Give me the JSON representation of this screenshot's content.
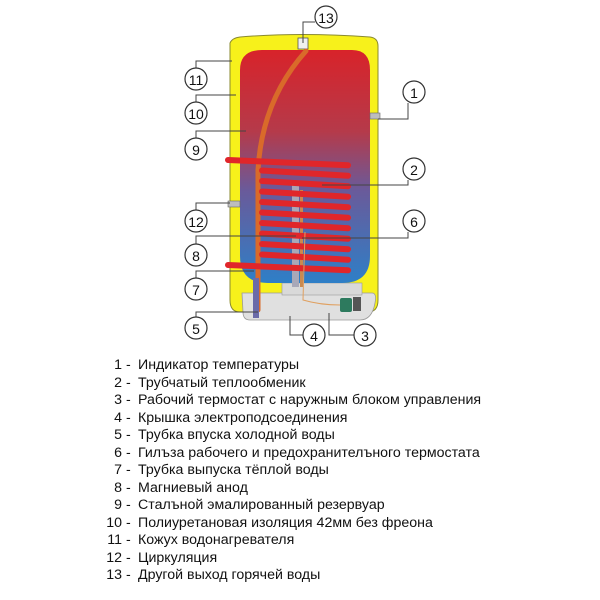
{
  "diagram": {
    "colors": {
      "casing": "#f7f11b",
      "casing_outline": "#8a8a30",
      "tank_top": "#d8232a",
      "tank_bottom": "#2e7fc7",
      "coil": "#e0262a",
      "pipe": "#d96a2a",
      "base": "#e0e0e0",
      "thermostat": "#2d7a5e"
    },
    "callouts": [
      {
        "id": "1",
        "label": "1"
      },
      {
        "id": "2",
        "label": "2"
      },
      {
        "id": "3",
        "label": "3"
      },
      {
        "id": "4",
        "label": "4"
      },
      {
        "id": "5",
        "label": "5"
      },
      {
        "id": "6",
        "label": "6"
      },
      {
        "id": "7",
        "label": "7"
      },
      {
        "id": "8",
        "label": "8"
      },
      {
        "id": "9",
        "label": "9"
      },
      {
        "id": "10",
        "label": "10"
      },
      {
        "id": "11",
        "label": "11"
      },
      {
        "id": "12",
        "label": "12"
      },
      {
        "id": "13",
        "label": "13"
      }
    ]
  },
  "legend": [
    {
      "num": "1",
      "text": "Индикатор температуры"
    },
    {
      "num": "2",
      "text": "Трубчатый теплообменик"
    },
    {
      "num": "3",
      "text": "Рабочий термостат с наружным блоком управления"
    },
    {
      "num": "4",
      "text": "Крышка электроподсоединения"
    },
    {
      "num": "5",
      "text": "Трубка впуска холодной воды"
    },
    {
      "num": "6",
      "text": "Гилъза рабочего и предохранителъного термостата"
    },
    {
      "num": "7",
      "text": "Трубка выпуска тёплой воды"
    },
    {
      "num": "8",
      "text": "Магниевый анод"
    },
    {
      "num": "9",
      "text": "Сталъной эмалированный резервуар"
    },
    {
      "num": "10",
      "text": "Полиуретановая изоляция  42мм без фреона"
    },
    {
      "num": "11",
      "text": "Кожух водонагревателя"
    },
    {
      "num": "12",
      "text": "Циркуляция"
    },
    {
      "num": "13",
      "text": "Другой выход горячей воды"
    }
  ],
  "dash": "-"
}
